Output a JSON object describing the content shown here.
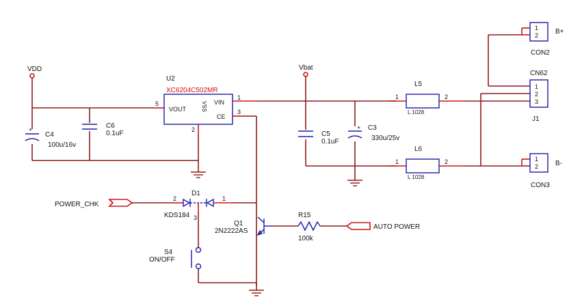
{
  "labels": {
    "vdd": "VDD",
    "vbat": "Vbat",
    "u2_ref": "U2",
    "u2_part": "XC6204C502MR",
    "u2_vout": "VOUT",
    "u2_vss": "VSS",
    "u2_vin": "VIN",
    "u2_ce": "CE",
    "pin1": "1",
    "pin2": "2",
    "pin3": "3",
    "pin5": "5",
    "c4_ref": "C4",
    "c4_val": "100u/16v",
    "c6_ref": "C6",
    "c6_val": "0.1uF",
    "c5_ref": "C5",
    "c5_val": "0.1uF",
    "c3_ref": "C3",
    "c3_val": "330u/25v",
    "l5_ref": "L5",
    "l6_ref": "L6",
    "l_val": "L 1028",
    "cn62_ref": "CN62",
    "j1_ref": "J1",
    "con2_ref": "CON2",
    "con3_ref": "CON3",
    "bplus": "B+",
    "bminus": "B-",
    "d1_ref": "D1",
    "d1_part": "KDS184",
    "power_chk": "POWER_CHK",
    "q1_ref": "Q1",
    "q1_part": "2N2222AS",
    "r15_ref": "R15",
    "r15_val": "100k",
    "auto_power": "AUTO POWER",
    "s4_ref": "S4",
    "s4_val": "ON/OFF",
    "plus": "+"
  }
}
